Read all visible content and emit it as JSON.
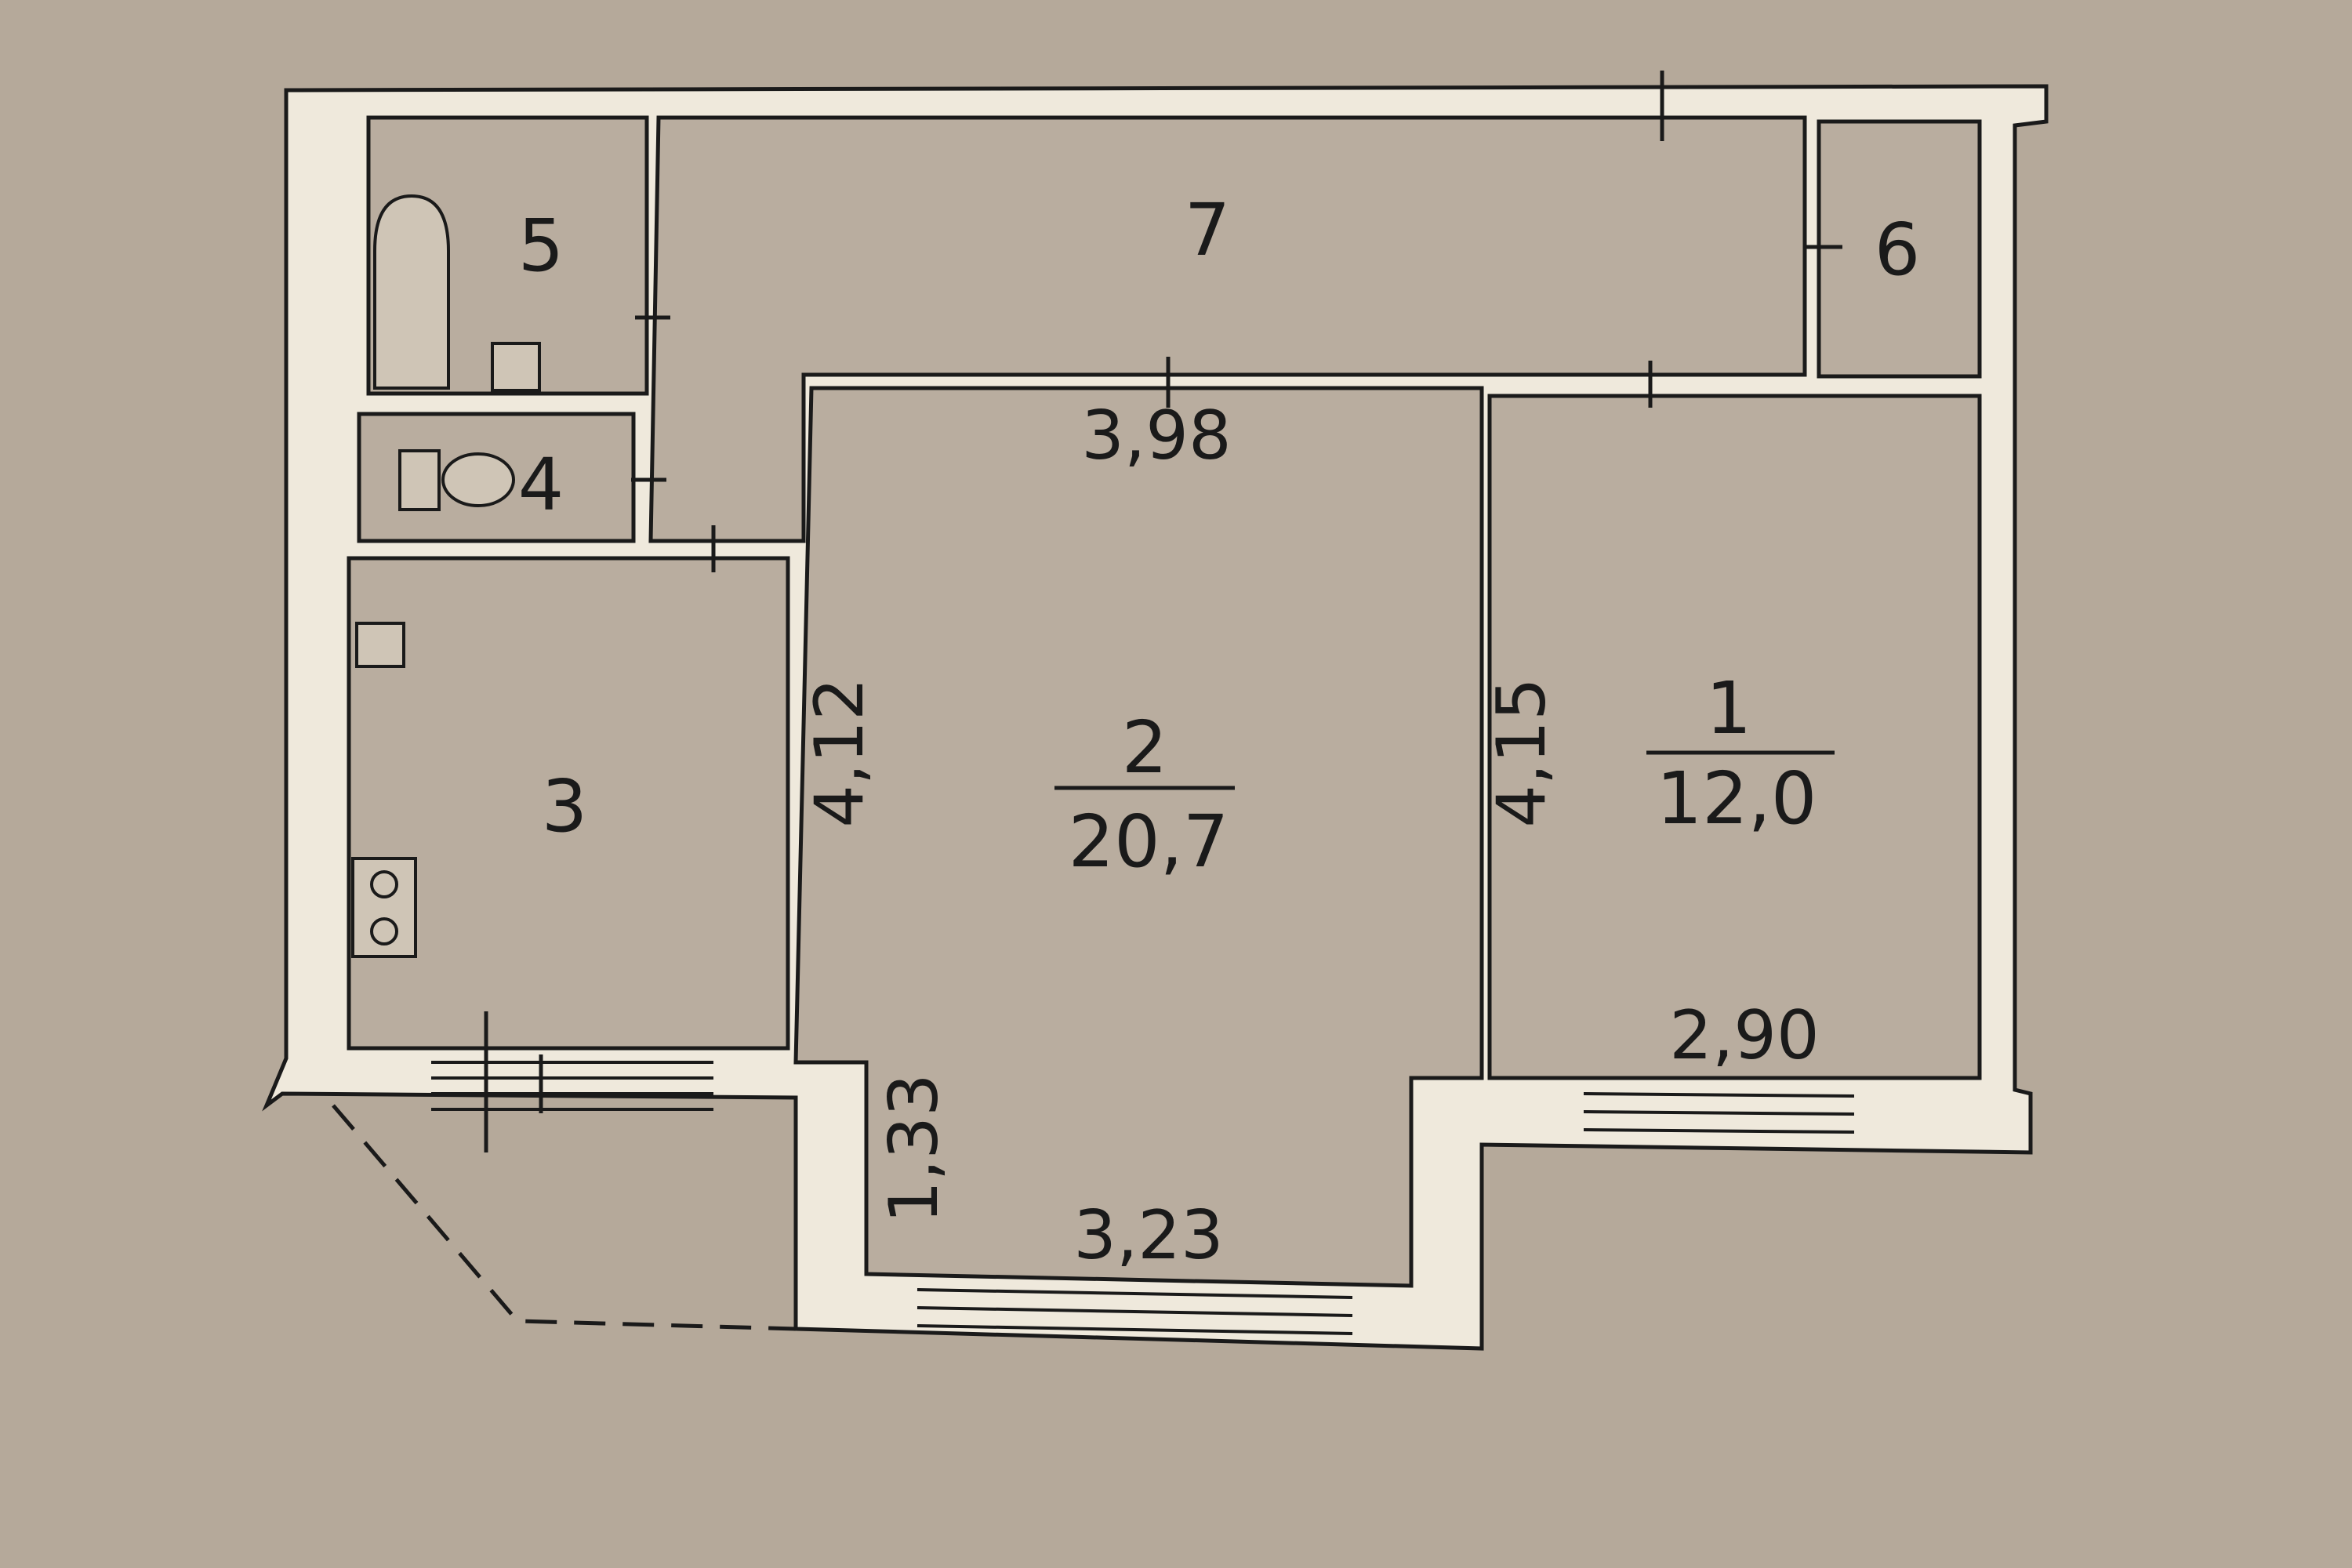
{
  "rooms": [
    {
      "number": "1",
      "area": "12,0"
    },
    {
      "number": "2",
      "area": "20,7"
    },
    {
      "number": "3"
    },
    {
      "number": "4"
    },
    {
      "number": "5"
    },
    {
      "number": "6"
    },
    {
      "number": "7"
    }
  ],
  "dimensions": {
    "room2_top_width": "3,98",
    "room2_left_height": "4,12",
    "room2_bay_depth": "1,33",
    "room2_bay_width": "3,23",
    "room1_left_height": "4,15",
    "room1_bottom_width": "2,90"
  },
  "colors": {
    "paper": "#b9ad9f",
    "ink": "#1a1a1a"
  }
}
